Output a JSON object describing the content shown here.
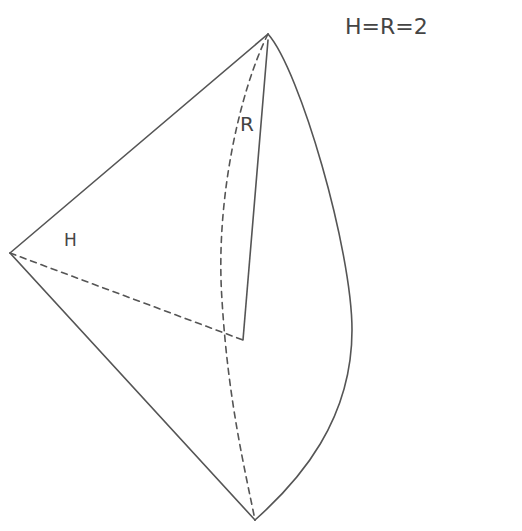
{
  "diagram": {
    "labels": [
      "H=R=2",
      "H",
      "R"
    ]
  }
}
